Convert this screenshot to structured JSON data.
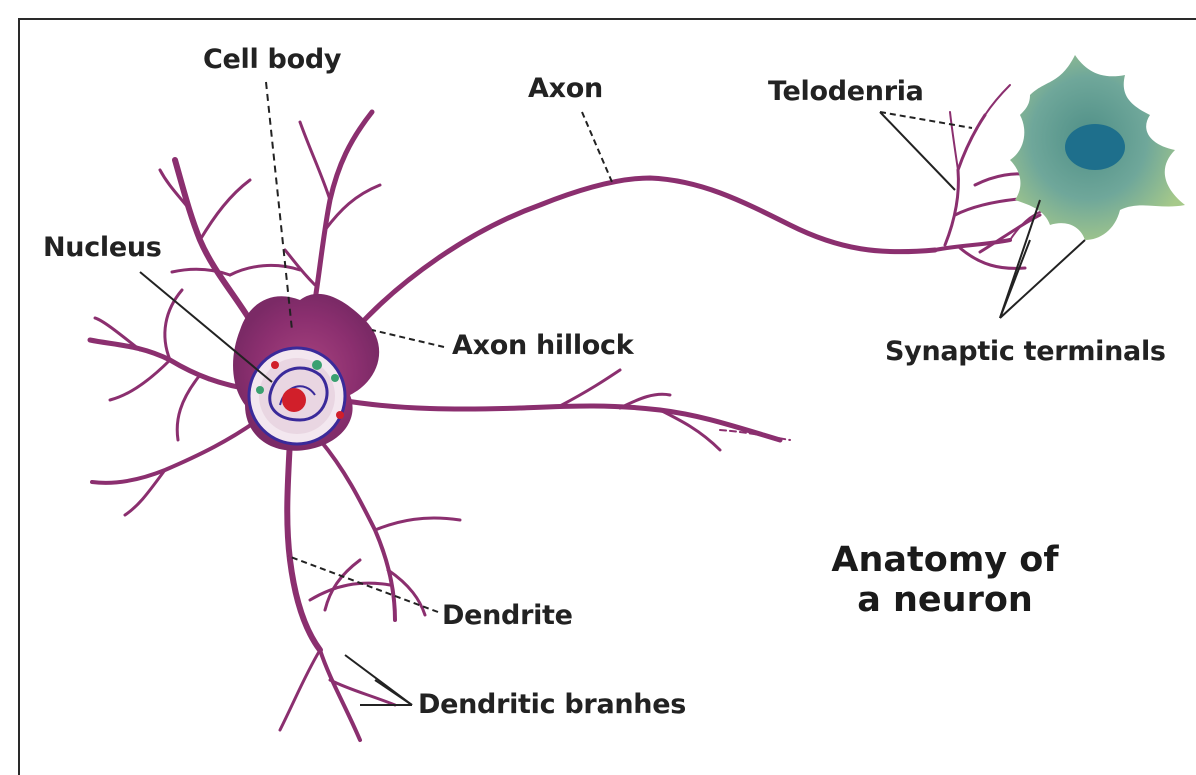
{
  "labels": {
    "cell_body": "Cell body",
    "axon": "Axon",
    "telodendria": "Telodenria",
    "nucleus": "Nucleus",
    "axon_hillock": "Axon hillock",
    "synaptic_terminals": "Synaptic terminals",
    "dendrite": "Dendrite",
    "dendritic_branches": "Dendritic branhes"
  },
  "title": {
    "line1": "Anatomy of",
    "line2": "a neuron"
  },
  "colors": {
    "neuron": "#8b2f6f",
    "neuron_dark": "#6a1f55",
    "nucleus_ring": "#3a2a9a",
    "nucleolus": "#d11f2a",
    "target_cell": "#7fb5a0",
    "target_nucleus": "#1e6f8c",
    "leader": "#222222"
  }
}
